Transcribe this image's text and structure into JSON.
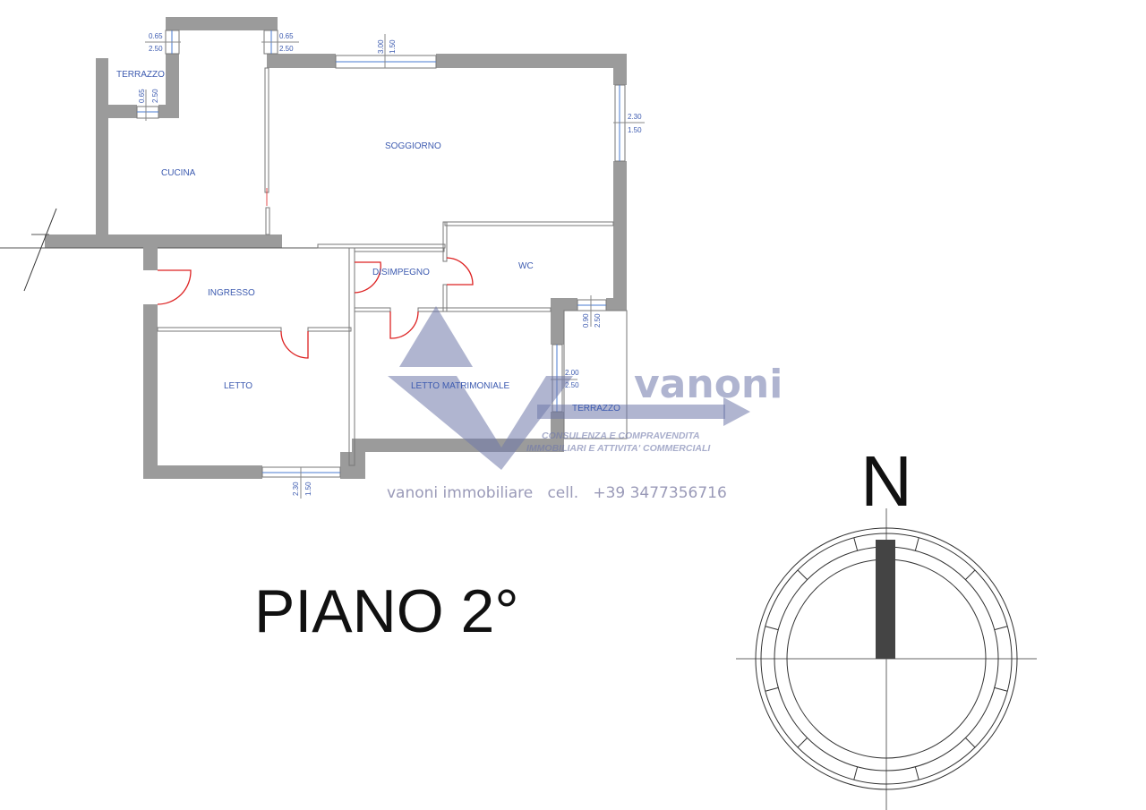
{
  "rooms": {
    "terrazzo_1": "TERRAZZO",
    "cucina": "CUCINA",
    "soggiorno": "SOGGIORNO",
    "ingresso": "INGRESSO",
    "disimpegno": "DISIMPEGNO",
    "wc": "WC",
    "letto": "LETTO",
    "letto_matrimoniale": "LETTO MATRIMONIALE",
    "terrazzo_2": "TERRAZZO"
  },
  "dimensions": {
    "notch_left": [
      "0.65",
      "2.50"
    ],
    "notch_right": [
      "0.65",
      "2.50"
    ],
    "terrazzo_window": [
      "0.65",
      "2.50"
    ],
    "soggiorno_top_window": [
      "3.00",
      "1.50"
    ],
    "soggiorno_right_window": [
      "2.30",
      "1.50"
    ],
    "wc_window": [
      "0.90",
      "2.50"
    ],
    "terrazzo_door": [
      "2.00",
      "2.50"
    ],
    "letto_window": [
      "2.30",
      "1.50"
    ]
  },
  "watermark": {
    "brand": "vanoni",
    "tagline_1": "CONSULENZA E COMPRAVENDITA",
    "tagline_2": "IMMOBILIARI  E  ATTIVITA' COMMERCIALI",
    "contact": "vanoni immobiliare   cell.   +39 3477356716"
  },
  "floor_title": "PIANO 2°",
  "compass": {
    "north_label": "N"
  },
  "colors": {
    "wall": "#9b9b9b",
    "labels": "#3d5bb0",
    "doors": "#dd2222",
    "watermark": "#6f78aa"
  }
}
